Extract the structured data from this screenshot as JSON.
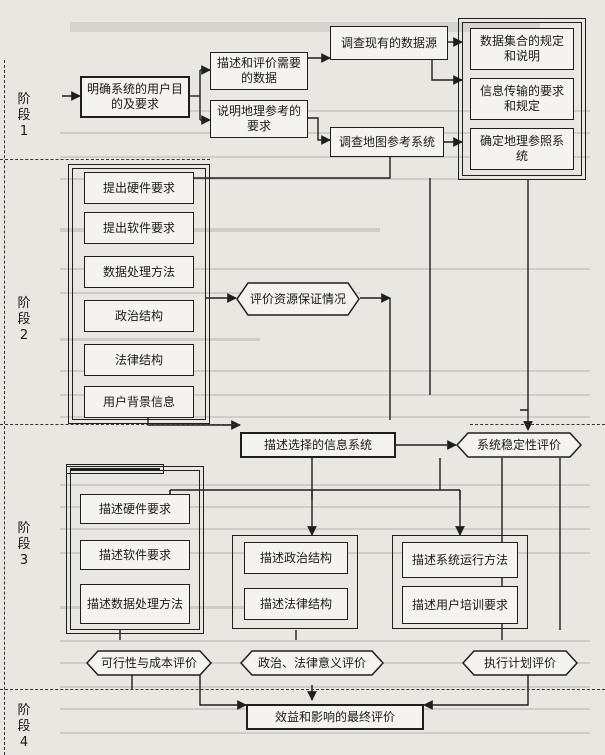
{
  "stages": {
    "s1": [
      "阶",
      "段",
      "1"
    ],
    "s2": [
      "阶",
      "段",
      "2"
    ],
    "s3": [
      "阶",
      "段",
      "3"
    ],
    "s4": [
      "阶",
      "段",
      "4"
    ]
  },
  "boxes": {
    "clarify_goals": "明确系统的用户目的及要求",
    "describe_evaluate": "描述和评价需要的数据",
    "explain_geo_ref": "说明地理参考的要求",
    "survey_sources": "调查现有的数据源",
    "survey_ref_system": "调查地图参考系统",
    "dataset_rules": "数据集合的规定和说明",
    "info_transfer": "信息传输的要求和规定",
    "determine_ref": "确定地理参照系统",
    "hw_req": "提出硬件要求",
    "sw_req": "提出软件要求",
    "data_methods": "数据处理方法",
    "political_structure": "政治结构",
    "legal_structure": "法律结构",
    "user_background": "用户背景信息",
    "eval_resources": "评价资源保证情况",
    "describe_selected": "描述选择的信息系统",
    "stability_eval": "系统稳定性评价",
    "desc_hw": "描述硬件要求",
    "desc_sw": "描述软件要求",
    "desc_data_methods": "描述数据处理方法",
    "desc_political": "描述政治结构",
    "desc_legal": "描述法律结构",
    "desc_operation": "描述系统运行方法",
    "desc_training": "描述用户培训要求",
    "feasibility": "可行性与成本评价",
    "political_legal_eval": "政治、法律意义评价",
    "execution_eval": "执行计划评价",
    "final_eval": "效益和影响的最终评价"
  }
}
